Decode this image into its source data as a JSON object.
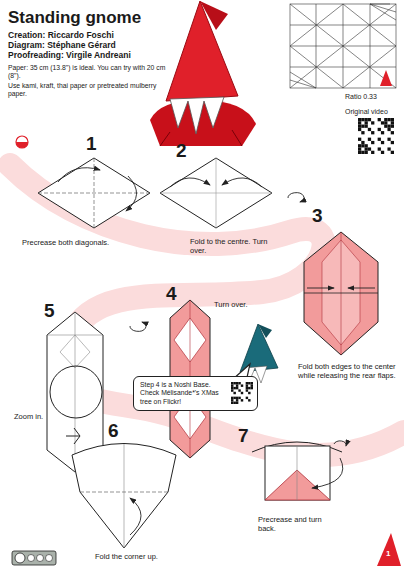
{
  "diagram": {
    "title": "Standing gnome",
    "nodes": [
      {
        "text": [
          "Step 4 is a Noshi Base. Check Mélisande*'s XMas tree on Flickr!"
        ]
      }
    ],
    "labels": [
      "Creation: Riccardo Foschi",
      "Diagram: Stéphane Gérard",
      "Proofreading: Virgile Andreani",
      "Paper: 35 cm (13.8\") is ideal. You can try with 20 cm (8\").",
      "Use kami, kraft, thai paper or pretreated mulberry paper.",
      "Ratio 0.33",
      "Original video",
      "1",
      "Precrease both diagonals.",
      "2",
      "Fold to the centre. Turn over.",
      "3",
      "Fold both edges to the center while releasing the rear flaps.",
      "4",
      "Turn over.",
      "5",
      "Zoom in.",
      "6",
      "Fold the corner up.",
      "7",
      "Precrease and turn back.",
      "1"
    ]
  }
}
